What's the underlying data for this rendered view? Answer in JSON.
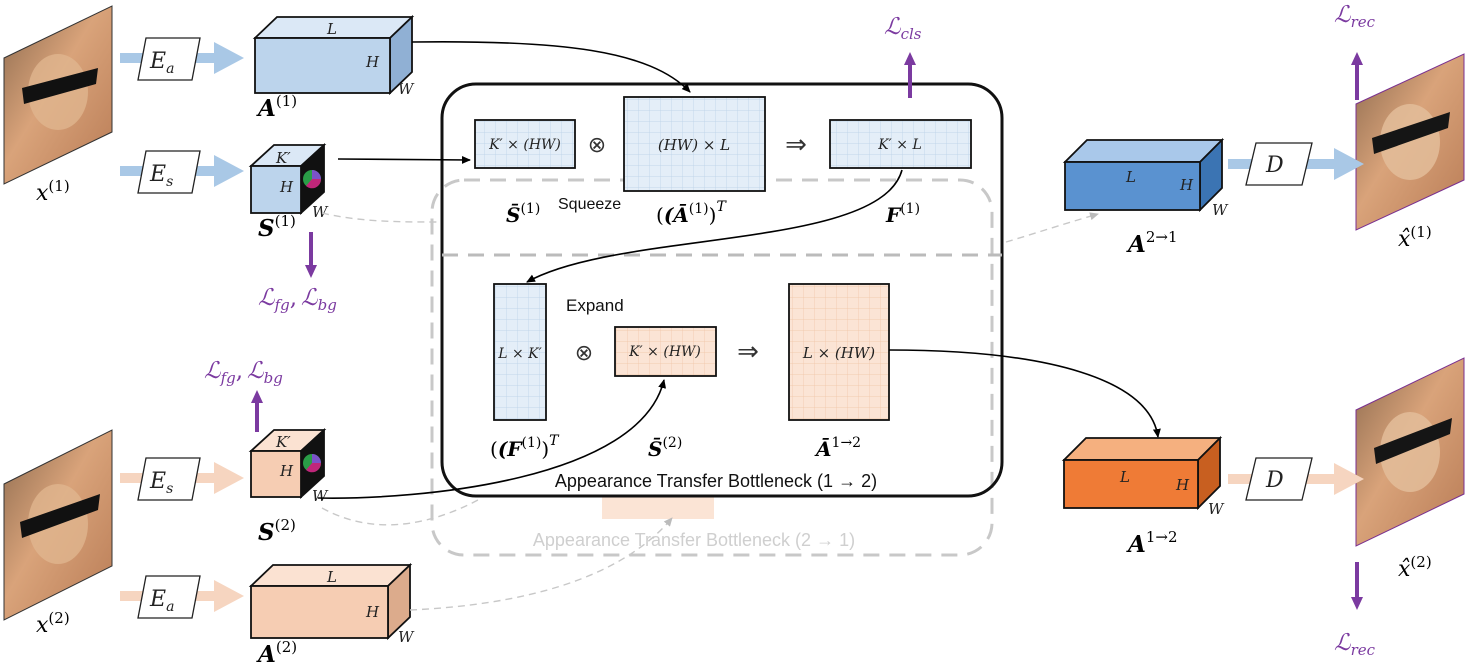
{
  "colors": {
    "blue_light": "#bcd4ec",
    "blue_top": "#dbe8f6",
    "blue_side": "#90b0d4",
    "blue_dark": "#5a92d0",
    "orange_light": "#f6cdb3",
    "orange_top": "#fbe2d2",
    "orange_side": "#dcab8c",
    "orange_dark": "#ef7b36",
    "grid_blue": "#e4eef8",
    "grid_orange": "#fbe4d5",
    "loss": "#7b3aa0",
    "arrow_blue": "#a9c8e6",
    "arrow_orange": "#f6d5c0",
    "dashed": "#c8c8c8"
  },
  "encoders": {
    "ea_top": "E",
    "ea_top_sub": "a",
    "es_top": "E",
    "es_top_sub": "s",
    "es_bottom": "E",
    "es_bottom_sub": "s",
    "ea_bottom": "E",
    "ea_bottom_sub": "a",
    "d_top": "D",
    "d_bottom": "D"
  },
  "inputs": {
    "x1": "x",
    "x1_sup": "(1)",
    "x2": "x",
    "x2_sup": "(2)",
    "xhat1": "x̂",
    "xhat1_sup": "(1)",
    "xhat2": "x̂",
    "xhat2_sup": "(2)"
  },
  "tensors": {
    "A1": "A",
    "A1_sup": "(1)",
    "S1": "S",
    "S1_sup": "(1)",
    "S2": "S",
    "S2_sup": "(2)",
    "A2": "A",
    "A2_sup": "(2)",
    "A21": "A",
    "A21_sup": "2→1",
    "A12": "A",
    "A12_sup": "1→2"
  },
  "dims": {
    "L": "L",
    "H": "H",
    "W": "W",
    "K": "K′"
  },
  "matrices": {
    "S1bar": "K′ × (HW)",
    "A1T": "(HW) × L",
    "F1": "K′ × L",
    "F1T": "L × K′",
    "S2bar": "K′ × (HW)",
    "A12bar": "L × (HW)"
  },
  "matrix_labels": {
    "S1bar": "S̄",
    "S1bar_sup": "(1)",
    "A1T": "(Ā",
    "A1T_sup": "(1)",
    "A1T_close": ")",
    "A1T_sup2": "T",
    "F1": "F",
    "F1_sup": "(1)",
    "F1T": "(F",
    "F1T_sup": "(1)",
    "F1T_close": ")",
    "F1T_sup2": "T",
    "S2bar": "S̄",
    "S2bar_sup": "(2)",
    "A12bar": "Ā",
    "A12bar_sup": "1→2"
  },
  "operators": {
    "mult1": "⊗",
    "mult2": "⊗",
    "implies1": "⇒",
    "implies2": "⇒"
  },
  "steps": {
    "squeeze": "Squeeze",
    "expand": "Expand"
  },
  "bottlenecks": {
    "front": "Appearance Transfer Bottleneck (1 → 2)",
    "back": "Appearance Transfer Bottleneck (2 → 1)"
  },
  "losses": {
    "cls": "ℒ",
    "cls_sub": "cls",
    "rec_top": "ℒ",
    "rec_top_sub": "rec",
    "rec_bottom": "ℒ",
    "rec_bottom_sub": "rec",
    "fg_top": "ℒ",
    "fg_top_sub": "fg",
    "bg_top": "ℒ",
    "bg_top_sub": "bg",
    "fg_bottom": "ℒ",
    "fg_bottom_sub": "fg",
    "bg_bottom": "ℒ",
    "bg_bottom_sub": "bg",
    "comma": ","
  }
}
